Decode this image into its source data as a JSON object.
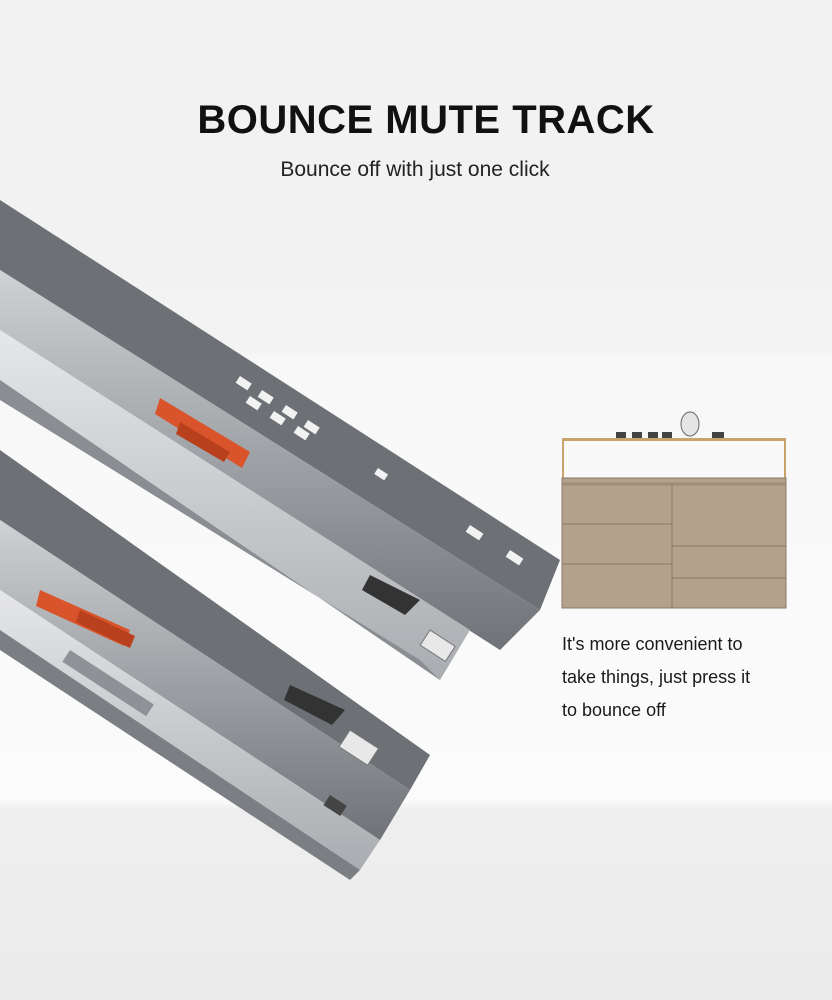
{
  "header": {
    "title": "BOUNCE MUTE TRACK",
    "subtitle": "Bounce off with just one click"
  },
  "description": {
    "lines": [
      "It's more convenient to",
      "take things, just press it",
      "to bounce off"
    ]
  },
  "colors": {
    "rail_steel": "#9ea1a5",
    "rail_dark": "#5a5d62",
    "accent_orange": "#d9542a",
    "cabinet_body": "#b2a18b",
    "cabinet_frame": "#c9a46a"
  }
}
